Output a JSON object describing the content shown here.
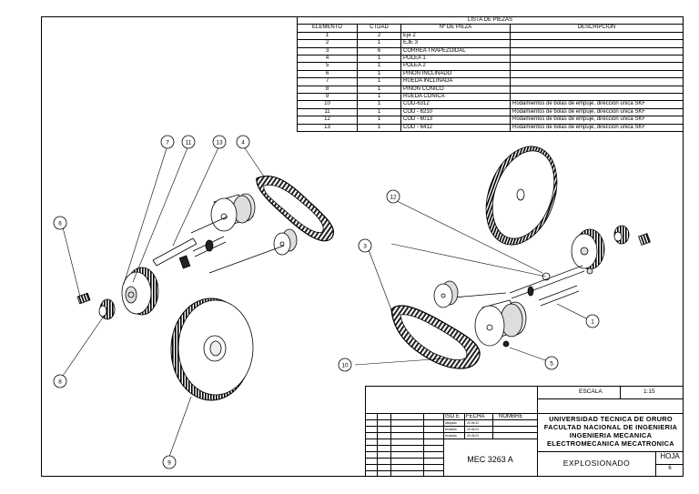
{
  "parts_list": {
    "title": "LISTA DE PIEZAS",
    "headers": [
      "ELEMENTO",
      "CTDAD",
      "Nº DE PIEZA",
      "DESCRIPCIÓN"
    ],
    "rows": [
      {
        "element": "1",
        "qty": "2",
        "part": "Eje 2",
        "desc": ""
      },
      {
        "element": "2",
        "qty": "1",
        "part": "EJE 3",
        "desc": ""
      },
      {
        "element": "3",
        "qty": "6",
        "part": "CORREA TRAPEZOIDAL",
        "desc": ""
      },
      {
        "element": "4",
        "qty": "1",
        "part": "POLEA 1",
        "desc": ""
      },
      {
        "element": "5",
        "qty": "1",
        "part": "POLEA 2",
        "desc": ""
      },
      {
        "element": "6",
        "qty": "1",
        "part": "PIÑON INCLINADO",
        "desc": ""
      },
      {
        "element": "7",
        "qty": "1",
        "part": "RUEDA INCLINADA",
        "desc": ""
      },
      {
        "element": "8",
        "qty": "1",
        "part": "PIÑON CONICO",
        "desc": ""
      },
      {
        "element": "9",
        "qty": "1",
        "part": "RUEDA CONICA",
        "desc": ""
      },
      {
        "element": "10",
        "qty": "1",
        "part": "COD-6312",
        "desc": "Rodamientos de bolas de empuje, dirección única SKF"
      },
      {
        "element": "11",
        "qty": "1",
        "part": "COD - 6210",
        "desc": "Rodamientos de bolas de empuje, dirección única SKF"
      },
      {
        "element": "12",
        "qty": "1",
        "part": "COD - 6013",
        "desc": "Rodamientos de bolas de empuje, dirección única SKF"
      },
      {
        "element": "13",
        "qty": "1",
        "part": "COD - 6412",
        "desc": "Rodamientos de bolas de empuje, dirección única SKF"
      }
    ]
  },
  "balloons": [
    "1",
    "3",
    "4",
    "5",
    "6",
    "7",
    "8",
    "9",
    "10",
    "11",
    "12",
    "13"
  ],
  "title_block": {
    "scale_label": "ESCALA",
    "scale_value": "1:15",
    "iso_e": "ISO E",
    "fecha": "FECHA",
    "nombre": "NOMBRE",
    "rows": [
      {
        "role": "dibujado",
        "date": "20.06.22"
      },
      {
        "role": "revisado",
        "date": "20.06.22"
      },
      {
        "role": "revisado",
        "date": "20.06.22"
      }
    ],
    "university": "UNIVERSIDAD TECNICA DE ORURO",
    "faculty": "FACULTAD NACIONAL DE INGENIERIA",
    "career1": "INGENIERIA MECANICA",
    "career2": "ELECTROMECANICA MECATRONICA",
    "course": "MEC 3263 A",
    "drawing_title": "EXPLOSIONADO",
    "sheet_label": "HOJA",
    "sheet_number": "6"
  }
}
